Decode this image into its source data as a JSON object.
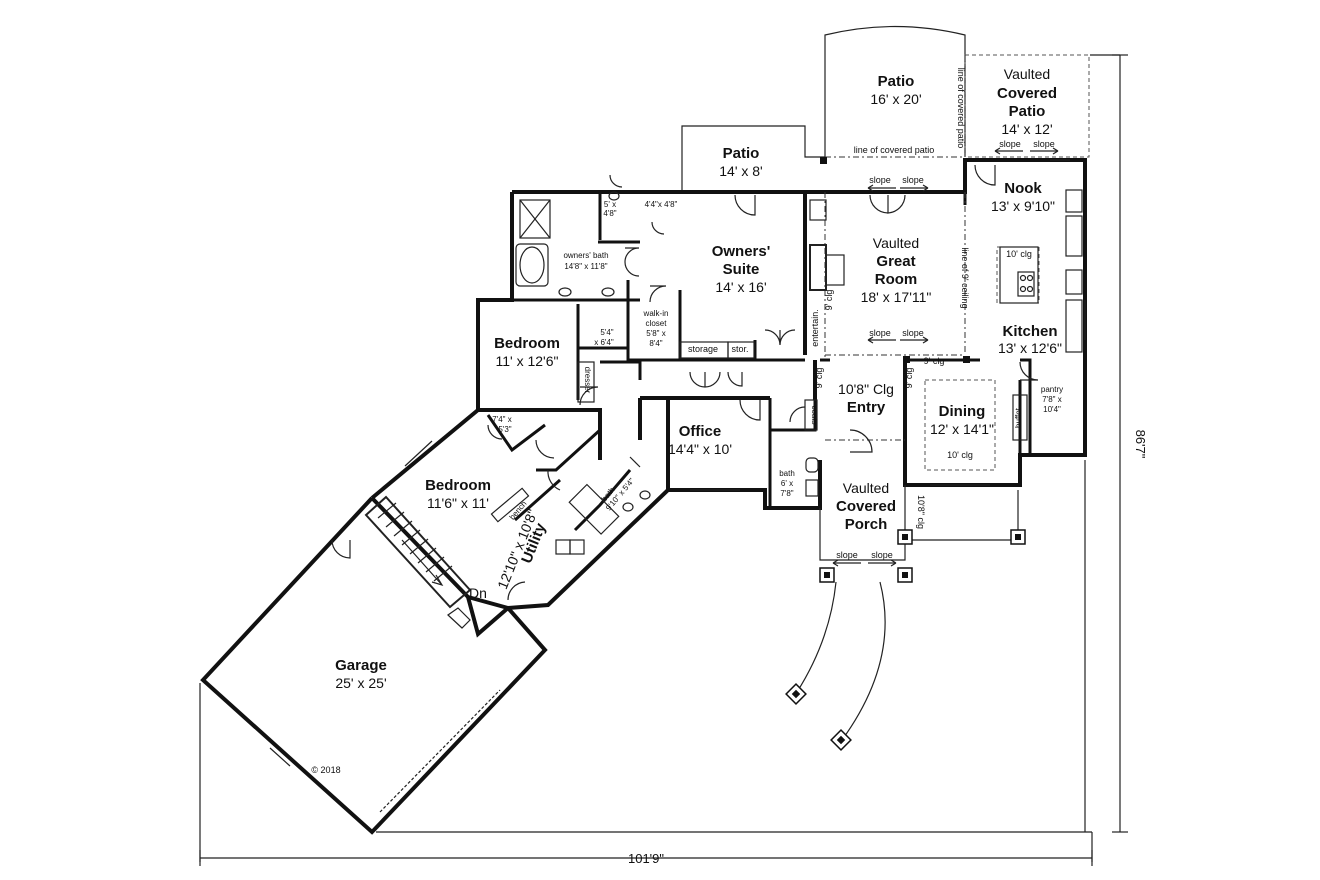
{
  "plan": {
    "rooms": {
      "patio_left": {
        "name": "Patio",
        "dims": "14' x 8'"
      },
      "patio_right": {
        "name": "Patio",
        "dims": "16' x 20'"
      },
      "covered_patio": {
        "name1": "Vaulted",
        "name2": "Covered",
        "name3": "Patio",
        "dims": "14' x 12'"
      },
      "nook": {
        "name": "Nook",
        "dims": "13' x 9'10\""
      },
      "great_room": {
        "name1": "Vaulted",
        "name2": "Great",
        "name3": "Room",
        "dims": "18' x 17'11\""
      },
      "owners_suite": {
        "name1": "Owners'",
        "name2": "Suite",
        "dims": "14' x 16'"
      },
      "kitchen": {
        "name": "Kitchen",
        "dims": "13' x 12'6\""
      },
      "bedroom_1": {
        "name": "Bedroom",
        "dims": "11' x 12'6\""
      },
      "bedroom_2": {
        "name": "Bedroom",
        "dims": "11'6\" x 11'"
      },
      "office": {
        "name": "Office",
        "dims": "14'4\" x 10'"
      },
      "entry": {
        "name1": "10'8\" Clg",
        "name2": "Entry"
      },
      "dining": {
        "name": "Dining",
        "dims": "12' x 14'1\""
      },
      "porch": {
        "name1": "Vaulted",
        "name2": "Covered",
        "name3": "Porch"
      },
      "utility": {
        "name": "Utility",
        "dims": "12'10\" x 10'8\""
      },
      "garage": {
        "name": "Garage",
        "dims": "25' x 25'"
      }
    },
    "small_labels": {
      "line_covered_patio_h": "line of covered patio",
      "line_covered_patio_v": "line of covered patio",
      "line_9_ceiling": "line of 9' ceiling",
      "slope": "slope",
      "owners_bath_1": "owners' bath",
      "owners_bath_2": "14'8\" x 11'8\"",
      "wc_1": "5' x",
      "wc_2": "4'8\"",
      "closet_44": "4'4\"x 4'8\"",
      "walkin_1": "walk-in",
      "walkin_2": "closet",
      "walkin_3": "5'8\" x",
      "walkin_4": "8'4\"",
      "storage": "storage",
      "stor": "stor.",
      "entertain": "entertain.",
      "clg_9": "9' clg",
      "clg_10": "10' clg",
      "pantry_1": "pantry",
      "pantry_2": "7'8\" x",
      "pantry_3": "10'4\"",
      "buffet": "buffet",
      "coats": "coats",
      "bath_1": "bath",
      "bath_2": "6' x",
      "bath_3": "7'8\"",
      "bath2_1": "bath",
      "bath2_2": "9'10\" x 5'4\"",
      "closet_54_1": "5'4\"",
      "closet_54_2": "x 6'4\"",
      "closet_74_1": "7'4\" x",
      "closet_74_2": "5'3\"",
      "dresser": "dresser",
      "bench": "bench",
      "clg_108": "10'8\" clg",
      "dn": "Dn",
      "copyright": "© 2018"
    },
    "dimensions": {
      "width": "101'9\"",
      "depth": "86'7\""
    }
  }
}
